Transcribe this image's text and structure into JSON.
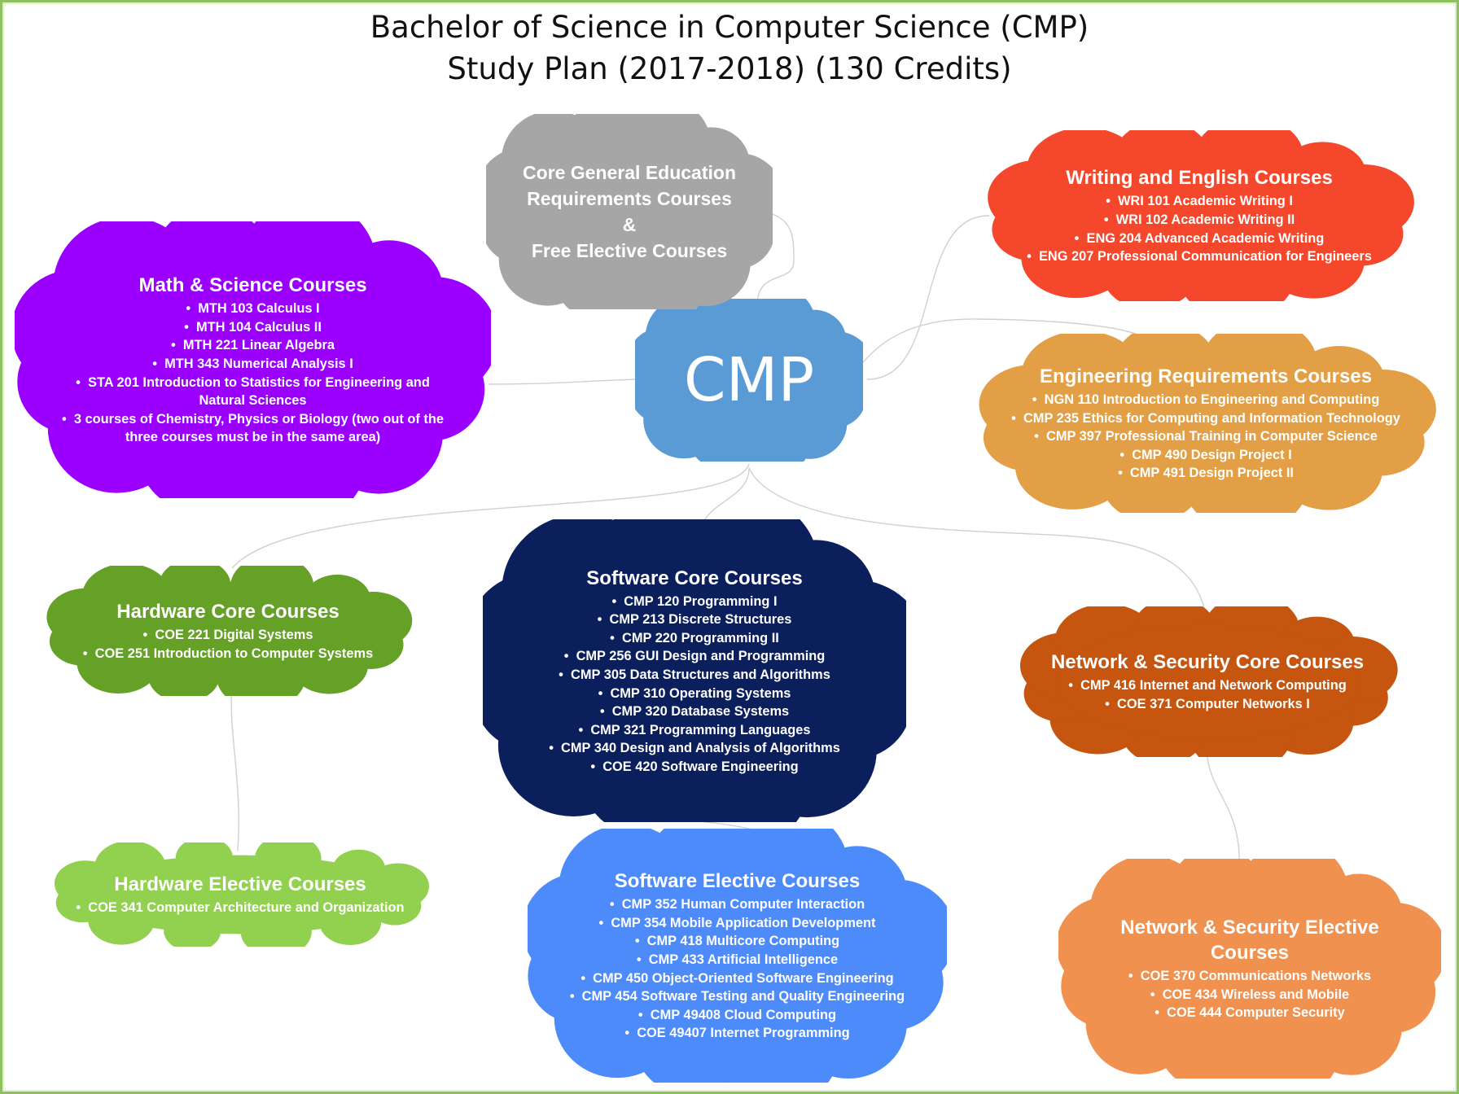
{
  "title": {
    "line1": "Bachelor of Science in Computer Science (CMP)",
    "line2": "Study Plan (2017-2018) (130 Credits)"
  },
  "center": {
    "label": "CMP",
    "color": "#5b9bd5"
  },
  "clouds": {
    "core_general": {
      "color": "#a6a6a6",
      "title_lines": [
        "Core General Education",
        "Requirements Courses",
        "&",
        "Free Elective Courses"
      ],
      "items": []
    },
    "writing": {
      "color": "#f4472b",
      "title_lines": [
        "Writing and English Courses"
      ],
      "items": [
        "WRI 101 Academic Writing I",
        "WRI 102 Academic Writing II",
        "ENG 204 Advanced Academic Writing",
        "ENG 207 Professional Communication for Engineers"
      ]
    },
    "math": {
      "color": "#9b00ff",
      "title_lines": [
        "Math & Science Courses"
      ],
      "items": [
        "MTH 103 Calculus  I",
        "MTH 104 Calculus II",
        "MTH 221 Linear Algebra",
        "MTH 343 Numerical Analysis I",
        "STA 201 Introduction to Statistics for Engineering and Natural Sciences",
        "3 courses of Chemistry, Physics or Biology (two out of the three courses must be in the same area)"
      ]
    },
    "engineering": {
      "color": "#e39f45",
      "title_lines": [
        "Engineering Requirements Courses"
      ],
      "items": [
        "NGN 110 Introduction to Engineering and Computing",
        "CMP 235 Ethics for Computing and Information Technology",
        "CMP 397 Professional Training in Computer Science",
        "CMP 490 Design Project I",
        "CMP 491 Design Project II"
      ]
    },
    "hardware_core": {
      "color": "#65a027",
      "title_lines": [
        "Hardware Core Courses"
      ],
      "items": [
        "COE 221 Digital Systems",
        "COE 251 Introduction to Computer Systems"
      ]
    },
    "software_core": {
      "color": "#0b1f5c",
      "title_lines": [
        "Software Core Courses"
      ],
      "items": [
        "CMP 120 Programming I",
        "CMP 213 Discrete Structures",
        "CMP 220 Programming II",
        "CMP 256 GUI Design and Programming",
        "CMP 305 Data Structures and Algorithms",
        "CMP 310 Operating Systems",
        "CMP 320 Database Systems",
        "CMP 321 Programming Languages",
        "CMP 340 Design and Analysis of Algorithms",
        "COE 420 Software Engineering"
      ]
    },
    "network_core": {
      "color": "#c5550f",
      "title_lines": [
        "Network & Security Core Courses"
      ],
      "items": [
        "CMP 416 Internet and Network Computing",
        "COE 371 Computer Networks I"
      ]
    },
    "hardware_elective": {
      "color": "#92d050",
      "title_lines": [
        "Hardware Elective Courses"
      ],
      "items": [
        "COE 341 Computer Architecture and Organization"
      ]
    },
    "software_elective": {
      "color": "#4d8bfa",
      "title_lines": [
        "Software Elective Courses"
      ],
      "items": [
        "CMP 352 Human Computer Interaction",
        "CMP 354 Mobile Application Development",
        "CMP 418 Multicore Computing",
        "CMP 433 Artificial Intelligence",
        "CMP 450 Object-Oriented Software Engineering",
        "CMP 454 Software Testing and Quality Engineering",
        "CMP 49408 Cloud Computing",
        "COE 49407 Internet Programming"
      ]
    },
    "network_elective": {
      "color": "#f0914f",
      "title_lines": [
        "Network & Security Elective",
        "Courses"
      ],
      "items": [
        "COE 370 Communications Networks",
        "COE 434 Wireless and Mobile",
        "COE 444 Computer Security"
      ]
    }
  },
  "connector_color": "#d0d0d0"
}
